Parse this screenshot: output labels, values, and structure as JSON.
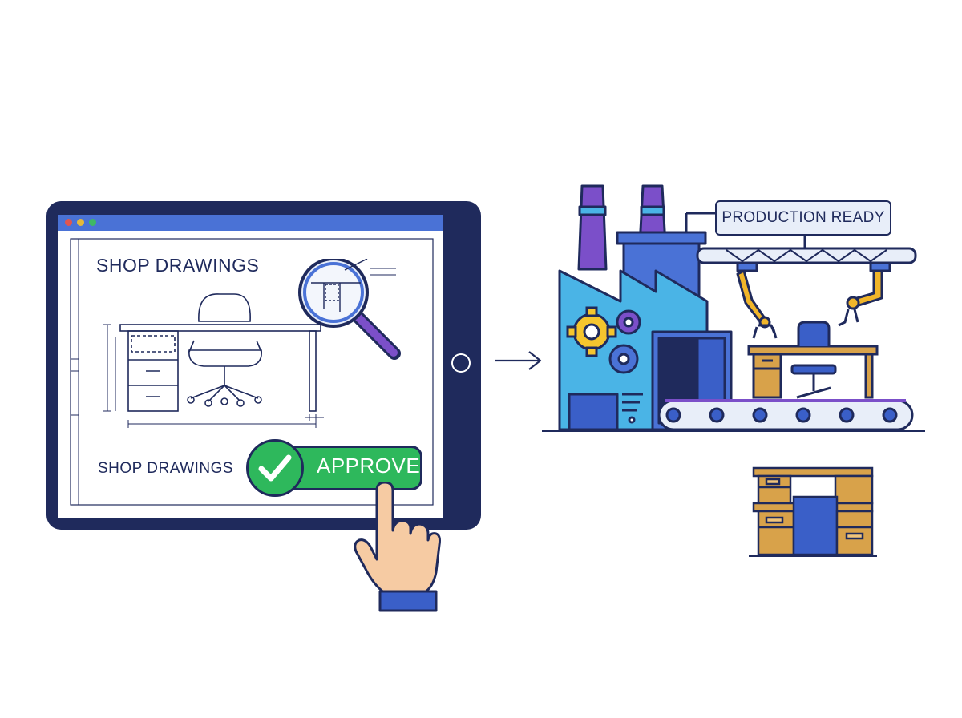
{
  "tablet": {
    "heading": "SHOP DRAWINGS",
    "caption": "SHOP DRAWINGS",
    "approve_label": "APPROVE"
  },
  "factory": {
    "sign_label": "PRODUCTION READY"
  },
  "colors": {
    "navy": "#1f2a5c",
    "blue": "#4a72d6",
    "green": "#2eb85c",
    "purple": "#7b4fc9",
    "gold": "#d9a93a",
    "wood": "#d8a24a",
    "skin": "#f6cba3"
  },
  "icons": [
    "magnifier-icon",
    "checkmark-icon",
    "pointing-hand-icon",
    "gear-icon",
    "robot-arm-icon",
    "arrow-right-icon"
  ]
}
